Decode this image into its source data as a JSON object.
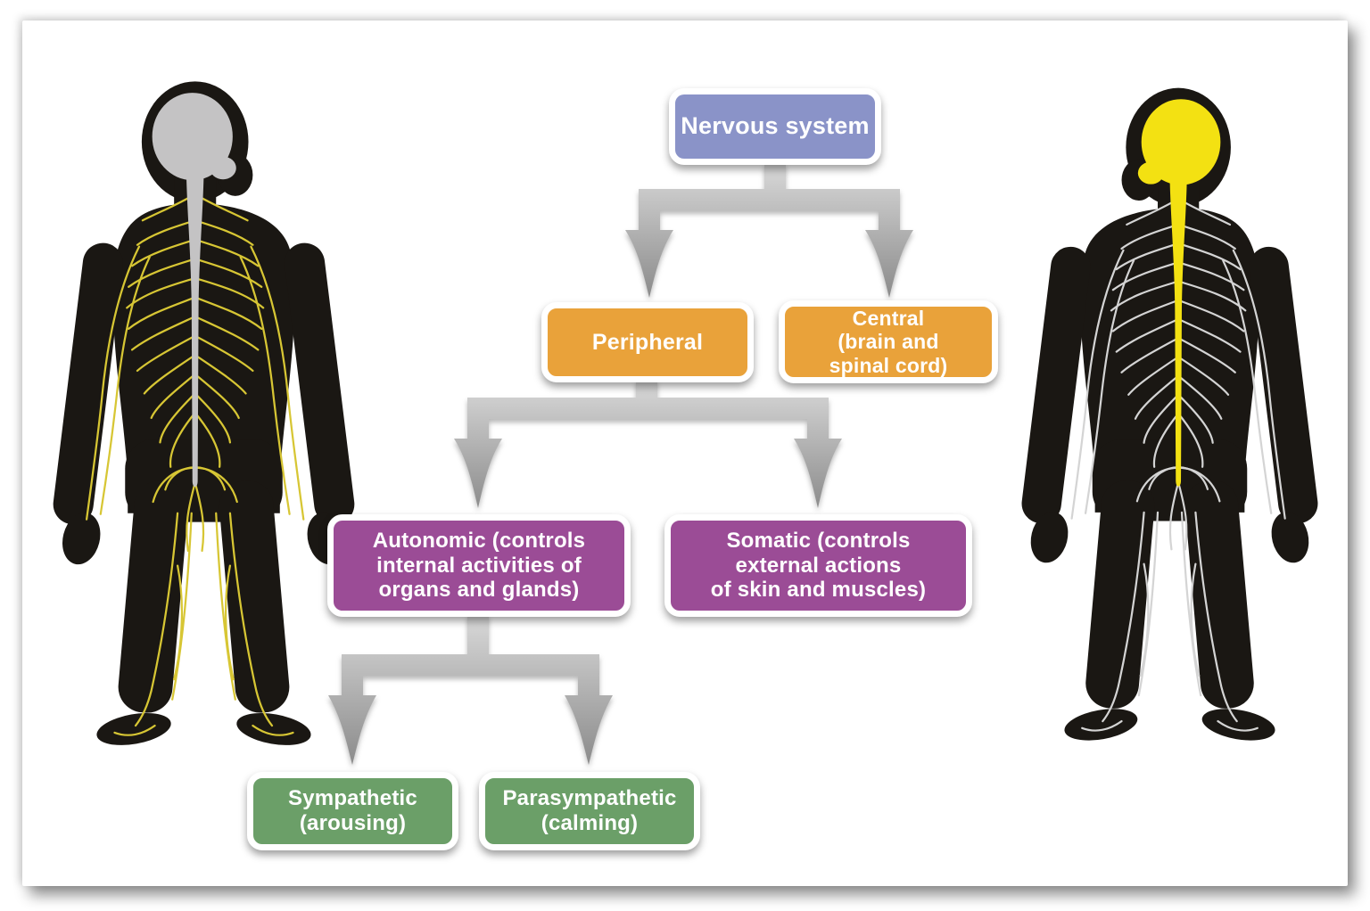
{
  "colors": {
    "node-blue": "#8a93c8",
    "node-orange": "#e9a23a",
    "node-purple": "#9b4c96",
    "node-green": "#6b9f68",
    "connector-light": "#d9d9d9",
    "connector-dark": "#8a8a8a",
    "body-black": "#1a1713",
    "brain-gray": "#c4c3c4",
    "nerve-yellow": "#d7c634",
    "cns-yellow": "#f3e112",
    "nerve-white": "#d4d4d4"
  },
  "diagram": {
    "nodes": {
      "nervous_system": {
        "label": "Nervous system"
      },
      "peripheral": {
        "label": "Peripheral"
      },
      "central": {
        "label": "Central\n(brain and\nspinal cord)"
      },
      "autonomic": {
        "label": "Autonomic (controls\ninternal activities of\norgans and glands)"
      },
      "somatic": {
        "label": "Somatic (controls\nexternal actions\nof skin and muscles)"
      },
      "sympathetic": {
        "label": "Sympathetic\n(arousing)"
      },
      "parasympathetic": {
        "label": "Parasympathetic\n(calming)"
      }
    },
    "edges": [
      {
        "from": "nervous_system",
        "to": "peripheral"
      },
      {
        "from": "nervous_system",
        "to": "central"
      },
      {
        "from": "peripheral",
        "to": "autonomic"
      },
      {
        "from": "peripheral",
        "to": "somatic"
      },
      {
        "from": "autonomic",
        "to": "sympathetic"
      },
      {
        "from": "autonomic",
        "to": "parasympathetic"
      }
    ]
  }
}
